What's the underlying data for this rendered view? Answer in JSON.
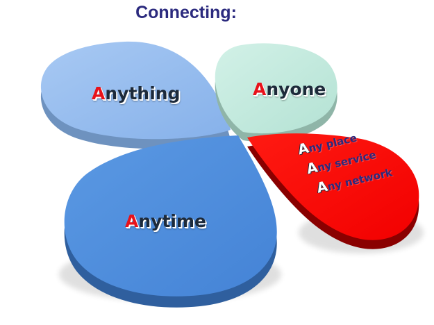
{
  "title": "Connecting:",
  "petals": {
    "anything": {
      "first": "A",
      "rest": "nything",
      "color": "#8fb9ee"
    },
    "anyone": {
      "first": "A",
      "rest": "nyone",
      "color": "#bfe8dc"
    },
    "anytime": {
      "first": "A",
      "rest": "nytime",
      "color": "#4f8fde"
    },
    "network": {
      "color": "#ff0000",
      "lines": [
        {
          "first": "A",
          "rest": "ny place"
        },
        {
          "first": "A",
          "rest": "ny service"
        },
        {
          "first": "A",
          "rest": "ny network"
        }
      ]
    }
  },
  "colors": {
    "title": "#2b2a7e",
    "letter_accent": "#e8121a",
    "label_text": "#1d2a3a"
  }
}
